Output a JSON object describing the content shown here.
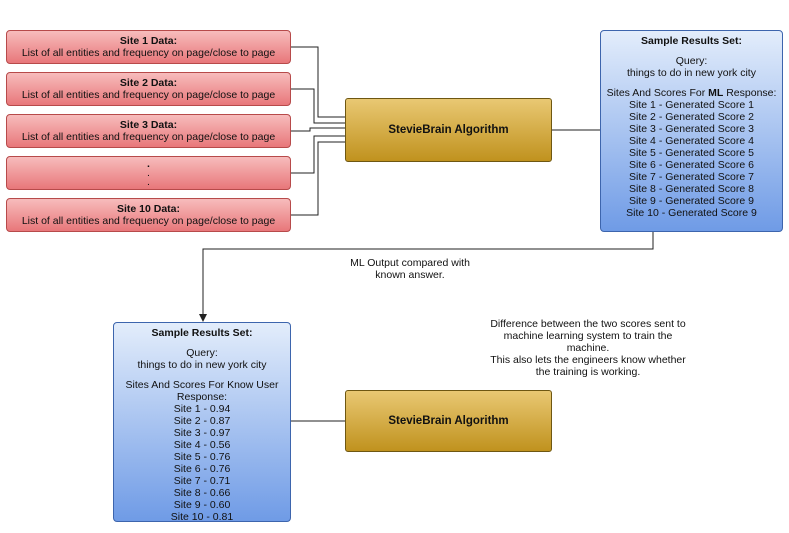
{
  "sites": [
    {
      "title": "Site 1 Data:",
      "desc": "List of all entities and frequency on page/close to page"
    },
    {
      "title": "Site 2 Data:",
      "desc": "List of all entities and frequency on page/close to page"
    },
    {
      "title": "Site 3 Data:",
      "desc": "List of all entities and frequency on page/close to page"
    },
    {
      "title": ".",
      "desc": "."
    },
    {
      "title": "Site 10 Data:",
      "desc": "List of all entities and frequency on page/close to page"
    }
  ],
  "sites_ellipsis_dot": ".",
  "algorithm_label": "StevieBrain Algorithm",
  "ml_results": {
    "title": "Sample Results Set:",
    "query_label": "Query:",
    "query_value": "things to do in new york city",
    "scores_heading_prefix": "Sites And Scores For ",
    "scores_heading_bold": "ML",
    "scores_heading_suffix": " Response:",
    "rows": [
      "Site 1 - Generated Score 1",
      "Site 2 - Generated Score 2",
      "Site 3 - Generated Score 3",
      "Site 4 - Generated Score 4",
      "Site 5 - Generated Score 5",
      "Site 6 - Generated Score 6",
      "Site  7 - Generated Score 7",
      "Site 8 - Generated Score 8",
      "Site 9 - Generated Score 9",
      "Site 10 - Generated Score 9"
    ]
  },
  "comparison_caption_line1": "ML Output compared with",
  "comparison_caption_line2": "known answer.",
  "known_results": {
    "title": "Sample Results Set:",
    "query_label": "Query:",
    "query_value": "things to do in new york city",
    "scores_heading_line1": "Sites And Scores For Know User",
    "scores_heading_line2": "Response:",
    "rows": [
      "Site 1 - 0.94",
      "Site 2 - 0.87",
      "Site 3 - 0.97",
      "Site 4 - 0.56",
      "Site 5 - 0.76",
      "Site 6 - 0.76",
      "Site  7 - 0.71",
      "Site 8 - 0.66",
      "Site 9 - 0.60",
      "Site 10 - 0.81"
    ]
  },
  "difference_note": {
    "line1": "Difference between the two scores sent to",
    "line2": "machine learning system to train the",
    "line3": "machine.",
    "line4": "This also lets the engineers know whether",
    "line5": "the training is working."
  }
}
